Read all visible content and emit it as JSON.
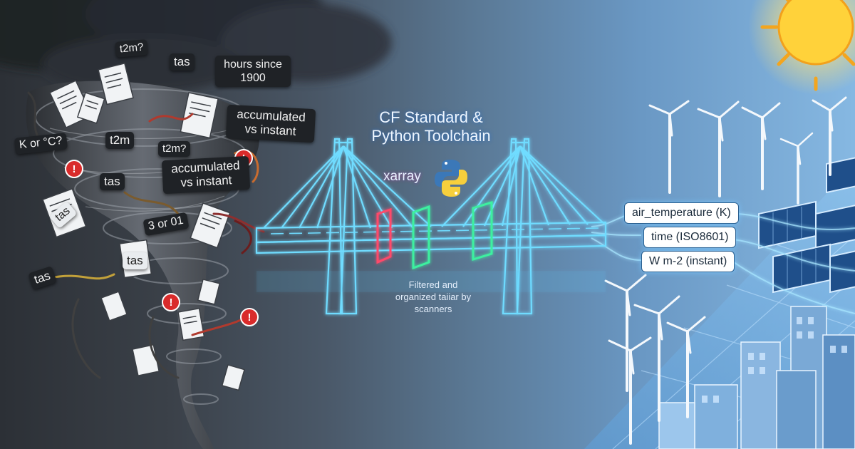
{
  "bridge": {
    "title_line1": "CF Standard &",
    "title_line2": "Python Toolchain",
    "xarray": "xarray",
    "caption_line1": "Filtered and",
    "caption_line2": "organized taiiar by",
    "caption_line3": "scanners"
  },
  "tornado_labels": [
    "t2m?",
    "tas",
    "hours since 1900",
    "accumulated vs instant",
    "K or °C?",
    "t2m",
    "t2m?",
    "tas",
    "accumulated vs instant",
    "tas",
    "3 or 01",
    "tas",
    "tas"
  ],
  "output_labels": [
    "air_temperature (K)",
    "time (ISO8601)",
    "W m-2 (instant)"
  ],
  "colors": {
    "storm": "#2c3036",
    "sky": "#86b8e2",
    "bridge_glow": "#5ad2ff",
    "alert": "#d92b2b",
    "sun": "#ffd23a"
  }
}
